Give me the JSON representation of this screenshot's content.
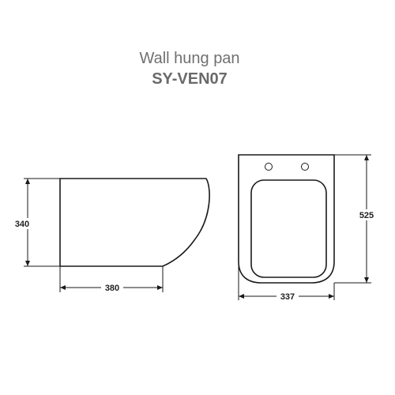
{
  "header": {
    "title": "Wall hung pan",
    "model": "SY-VEN07"
  },
  "dimensions": {
    "side_height": "340",
    "side_length": "380",
    "top_width": "337",
    "top_length": "525"
  }
}
